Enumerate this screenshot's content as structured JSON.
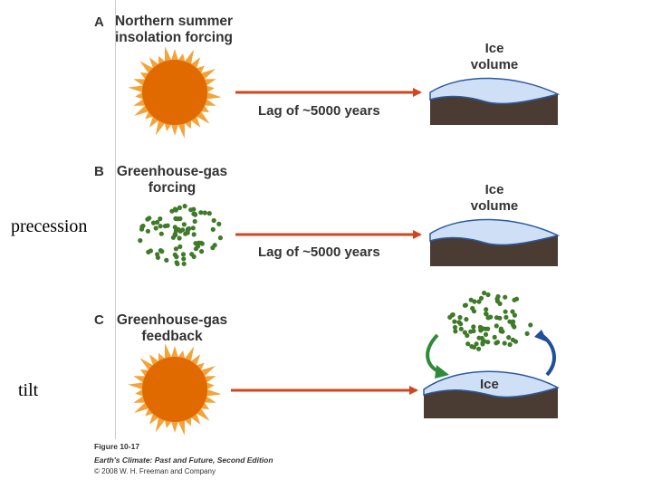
{
  "side_labels": {
    "precession": "precession",
    "tilt": "tilt"
  },
  "panels": [
    {
      "letter": "A",
      "title_line1": "Northern summer",
      "title_line2": "insolation forcing",
      "lag": "Lag of ~5000 years",
      "ice_line1": "Ice",
      "ice_line2": "volume"
    },
    {
      "letter": "B",
      "title_line1": "Greenhouse-gas",
      "title_line2": "forcing",
      "lag": "Lag of ~5000 years",
      "ice_line1": "Ice",
      "ice_line2": "volume"
    },
    {
      "letter": "C",
      "title_line1": "Greenhouse-gas",
      "title_line2": "feedback",
      "ice_word": "Ice"
    }
  ],
  "caption": {
    "figure": "Figure 10-17",
    "source": "Earth's Climate: Past and Future, Second Edition",
    "copyright": "© 2008 W. H. Freeman and Company"
  },
  "colors": {
    "sun": "#e06a00",
    "sun_rays": "#f2a33a",
    "arrow": "#d2461e",
    "ice_fill": "#cfdff5",
    "ice_outline": "#2a5aa0",
    "ground": "#4a3c33",
    "gas_dots": "#3f7a2a",
    "feedback_arrow_left": "#2f8a3a",
    "feedback_arrow_right": "#1f4f9a"
  }
}
